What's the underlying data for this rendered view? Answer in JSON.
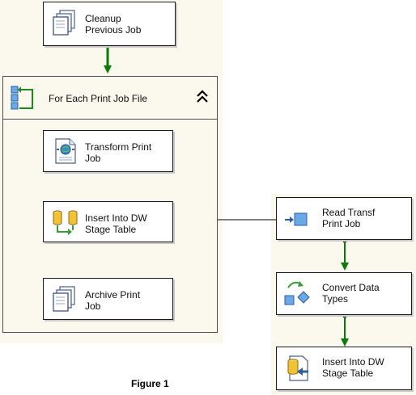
{
  "caption": "Figure 1",
  "control_flow": {
    "top_task": {
      "label": "Cleanup\nPrevious Job",
      "icon": "file-stack-icon"
    },
    "container": {
      "title": "For Each Print Job File",
      "icon": "foreach-loop-icon",
      "collapse_icon": "collapse-chevron-icon"
    },
    "inner_tasks": [
      {
        "label": "Transform Print\nJob",
        "icon": "xml-globe-icon"
      },
      {
        "label": "Insert Into DW\nStage Table",
        "icon": "data-flow-icon"
      },
      {
        "label": "Archive Print\nJob",
        "icon": "file-stack-icon"
      }
    ]
  },
  "data_flow": {
    "components": [
      {
        "label": "Read Transf\nPrint Job",
        "icon": "source-arrow-icon"
      },
      {
        "label": "Convert Data\nTypes",
        "icon": "transform-shapes-icon"
      },
      {
        "label": "Insert Into DW\nStage Table",
        "icon": "destination-icon"
      }
    ]
  },
  "colors": {
    "precedence_success": "#0a7a0a",
    "canvas": "#fbf9ee",
    "connector": "#000000"
  }
}
